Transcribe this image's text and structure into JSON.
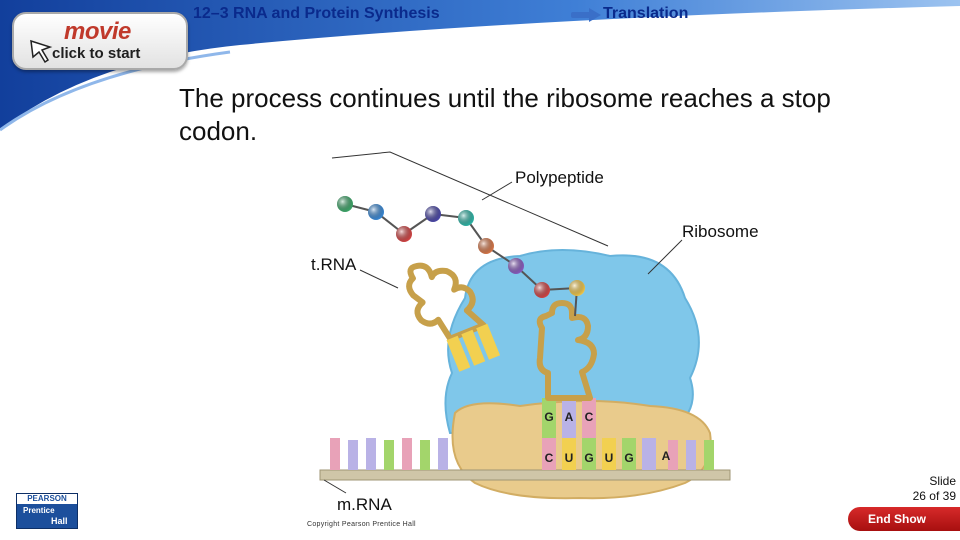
{
  "header": {
    "section_title": "12–3 RNA and Protein Synthesis",
    "topic_title": "Translation",
    "arrow_icon": "arrow-right-icon"
  },
  "movie_button": {
    "word": "movie",
    "subtext": "click to start",
    "cursor_icon": "cursor-arrow-icon"
  },
  "main": {
    "text": "The process continues until the ribosome reaches a stop codon."
  },
  "diagram": {
    "labels": {
      "polypeptide": "Polypeptide",
      "ribosome": "Ribosome",
      "trna": "t.RNA",
      "mrna": "m.RNA"
    },
    "anticodon": [
      "G",
      "A",
      "C"
    ],
    "codons": [
      "C",
      "U",
      "G",
      "U",
      "G",
      "A"
    ]
  },
  "footer": {
    "copyright": "Copyright Pearson Prentice Hall",
    "logo_top": "PEARSON",
    "logo_mid": "Prentice",
    "logo_bot": "Hall",
    "slide_line1": "Slide",
    "slide_line2": "26 of 39",
    "end_show": "End Show"
  },
  "colors": {
    "header_text": "#0a2a8c",
    "swoosh": "#1b4fb0",
    "end_show": "#c01818",
    "ribosome": "#7ec8ea",
    "ribosome_base": "#e8c98a",
    "trna": "#c9a24f"
  }
}
